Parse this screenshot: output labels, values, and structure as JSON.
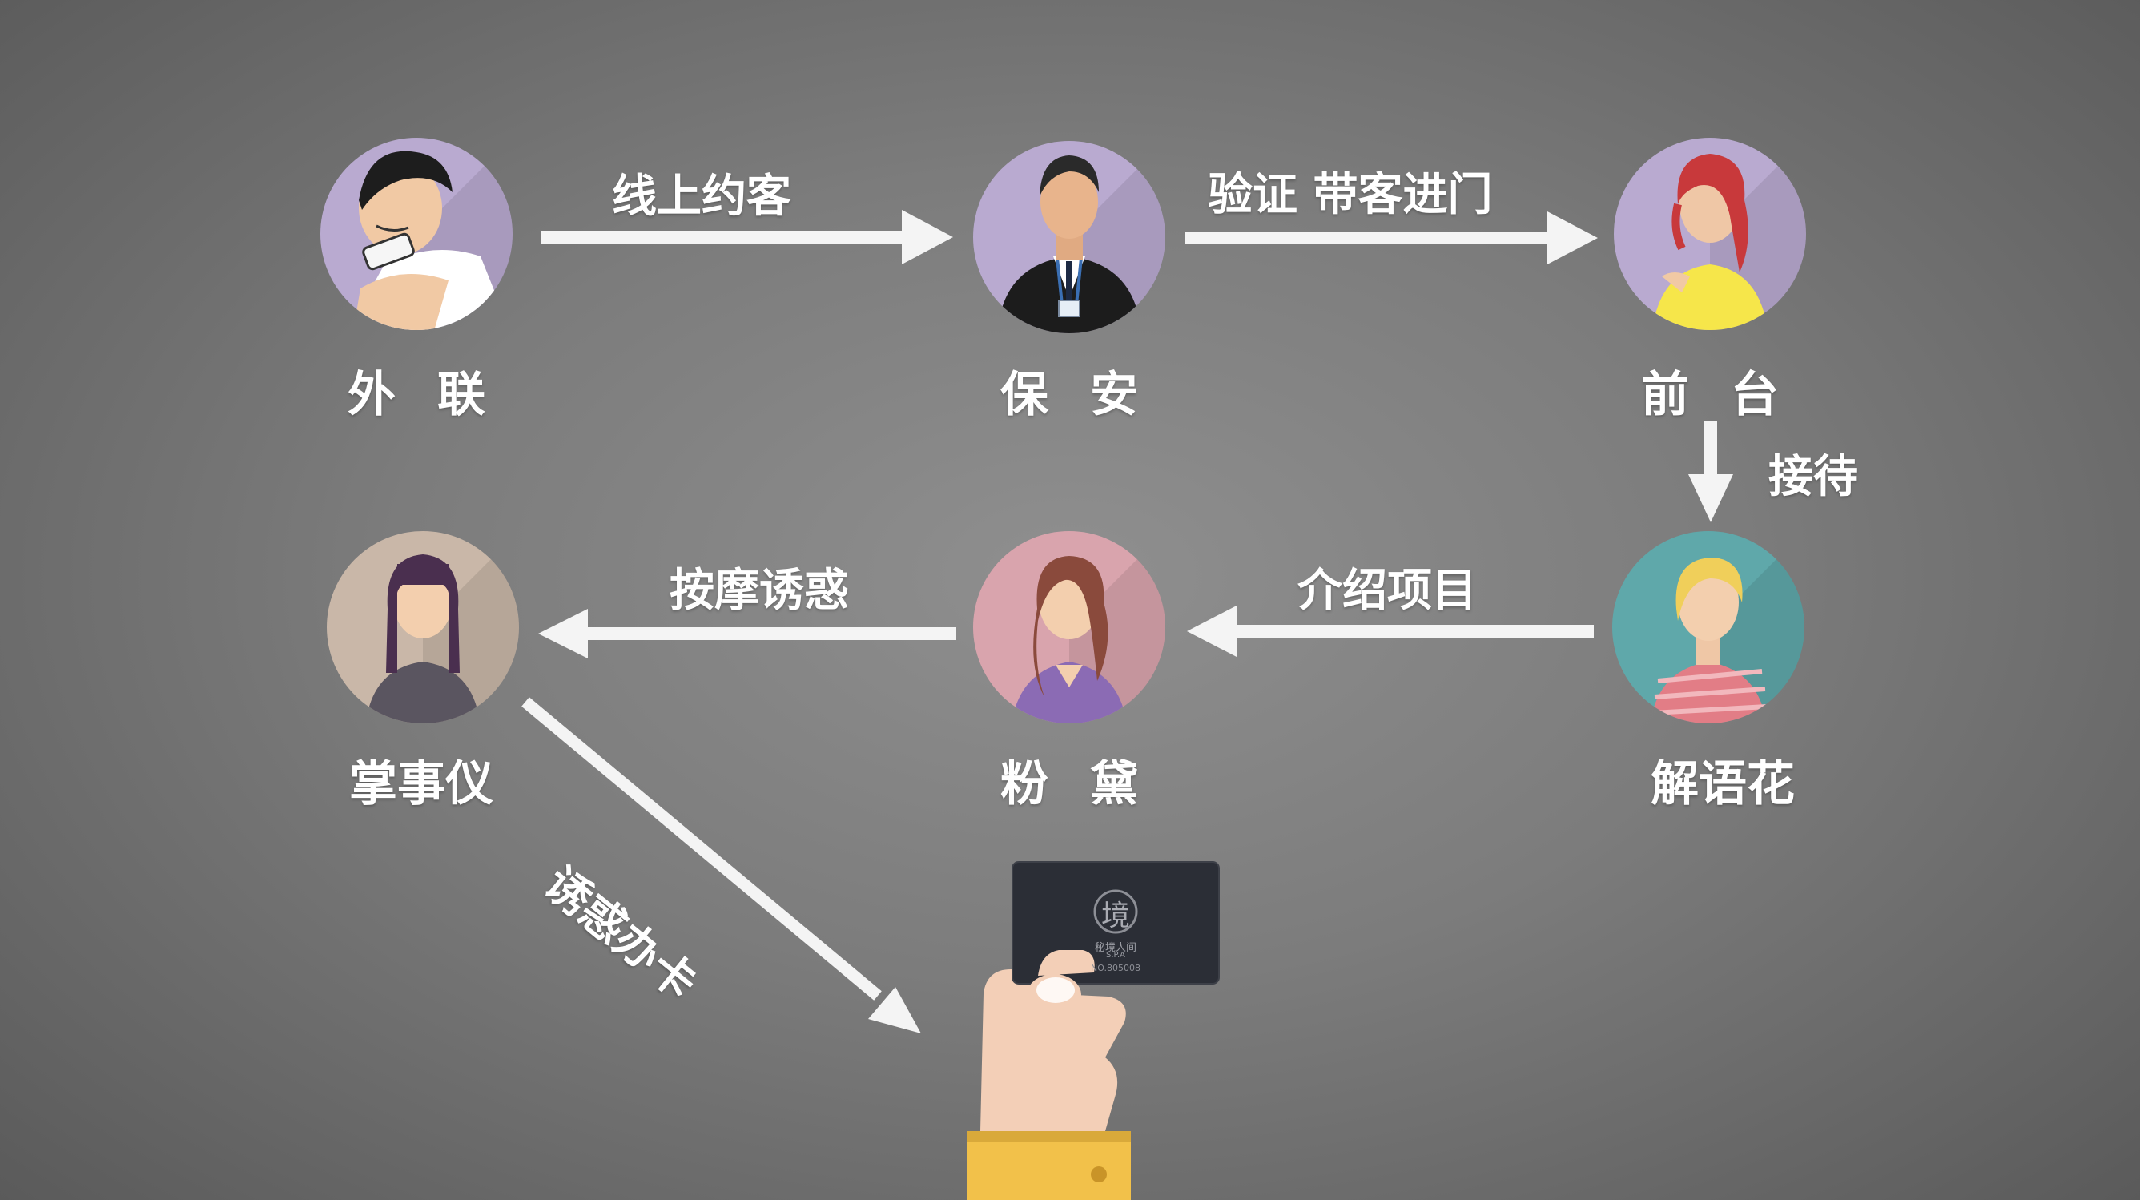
{
  "colors": {
    "background_center": "#8f8f8f",
    "background_edge": "#5a5a5a",
    "arrow": "#f4f4f4",
    "text": "#ffffff",
    "avatar_purple": "#b9aad0",
    "avatar_teal": "#5fa8aa",
    "avatar_pink": "#d9a4ad",
    "avatar_beige": "#c9b7a8",
    "card": "#2b2e36",
    "sleeve": "#f2c14a"
  },
  "nodes": {
    "outreach": {
      "label": "外联",
      "icon": "phone-user-avatar-icon"
    },
    "security": {
      "label": "保安",
      "icon": "security-guard-avatar-icon"
    },
    "reception": {
      "label": "前台",
      "icon": "receptionist-avatar-icon"
    },
    "jieyuhua": {
      "label": "解语花",
      "icon": "hostess-avatar-icon"
    },
    "fendai": {
      "label": "粉黛",
      "icon": "masseuse-avatar-icon"
    },
    "zhangshiyi": {
      "label": "掌事仪",
      "icon": "manager-avatar-icon"
    }
  },
  "edges": {
    "outreach_to_security": "线上约客",
    "security_to_reception": "验证 带客进门",
    "reception_to_jieyuhua": "接待",
    "jieyuhua_to_fendai": "介绍项目",
    "fendai_to_zhangshiyi": "按摩诱惑",
    "zhangshiyi_to_card": "诱惑办卡"
  },
  "card": {
    "icon": "membership-card-in-hand-icon",
    "logo_char": "境",
    "line1": "秘境人间",
    "line2": "S.P.A",
    "number": "NO.805008"
  }
}
